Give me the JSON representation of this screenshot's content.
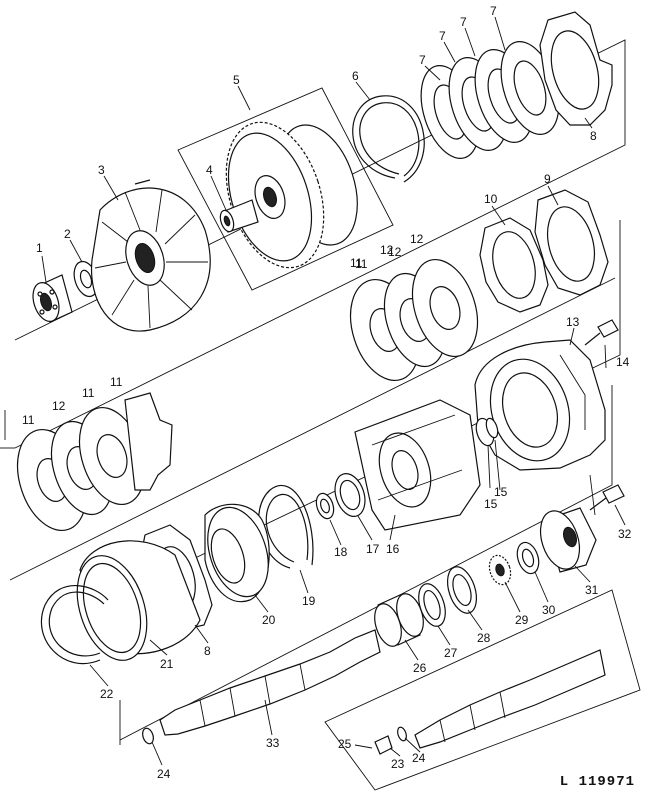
{
  "figure_ref": "L 119971",
  "callouts": [
    "1",
    "2",
    "3",
    "4",
    "5",
    "6",
    "7",
    "7",
    "7",
    "7",
    "8",
    "9",
    "10",
    "11",
    "12",
    "12",
    "11",
    "11",
    "12",
    "11",
    "12",
    "11",
    "13",
    "14",
    "15",
    "15",
    "16",
    "17",
    "18",
    "19",
    "20",
    "21",
    "8",
    "22",
    "26",
    "27",
    "28",
    "29",
    "30",
    "31",
    "32",
    "33",
    "25",
    "23",
    "24",
    "24"
  ]
}
